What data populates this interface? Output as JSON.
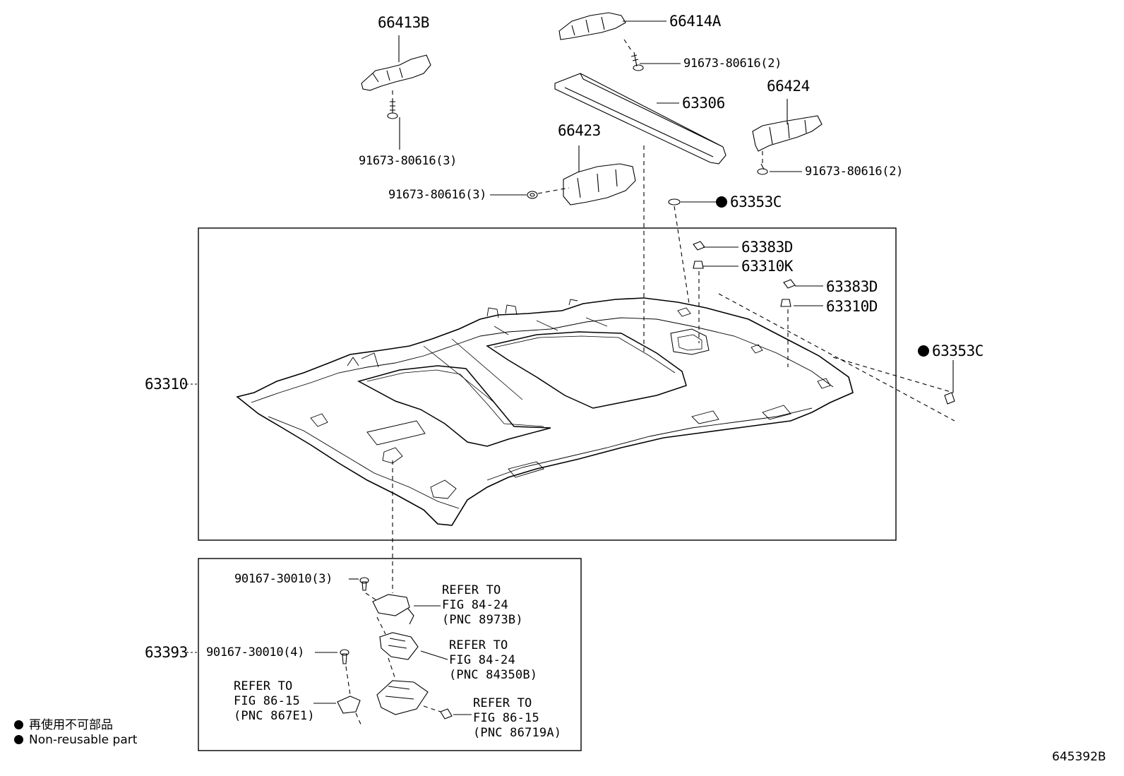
{
  "labels": {
    "p66413B": "66413B",
    "p66414A": "66414A",
    "b91673_a": "91673-80616(2)",
    "p63306": "63306",
    "p66424": "66424",
    "p66423": "66423",
    "b91673_b": "91673-80616(3)",
    "b91673_c": "91673-80616(3)",
    "b91673_d": "91673-80616(2)",
    "p63353C_a": "63353C",
    "p63383D_a": "63383D",
    "p63310K": "63310K",
    "p63383D_b": "63383D",
    "p63310D": "63310D",
    "p63353C_b": "63353C",
    "p63310": "63310",
    "p63393": "63393",
    "b90167_a": "90167-30010(3)",
    "b90167_b": "90167-30010(4)"
  },
  "refs": {
    "r1": [
      "REFER TO",
      "FIG 84-24",
      "(PNC 8973B)"
    ],
    "r2": [
      "REFER TO",
      "FIG 84-24",
      "(PNC 84350B)"
    ],
    "r3": [
      "REFER TO",
      "FIG 86-15",
      "(PNC 867E1)"
    ],
    "r4": [
      "REFER TO",
      "FIG 86-15",
      "(PNC 86719A)"
    ]
  },
  "legend": {
    "jp": "再使用不可部品",
    "en": "Non-reusable part"
  },
  "figure_code": "645392B"
}
